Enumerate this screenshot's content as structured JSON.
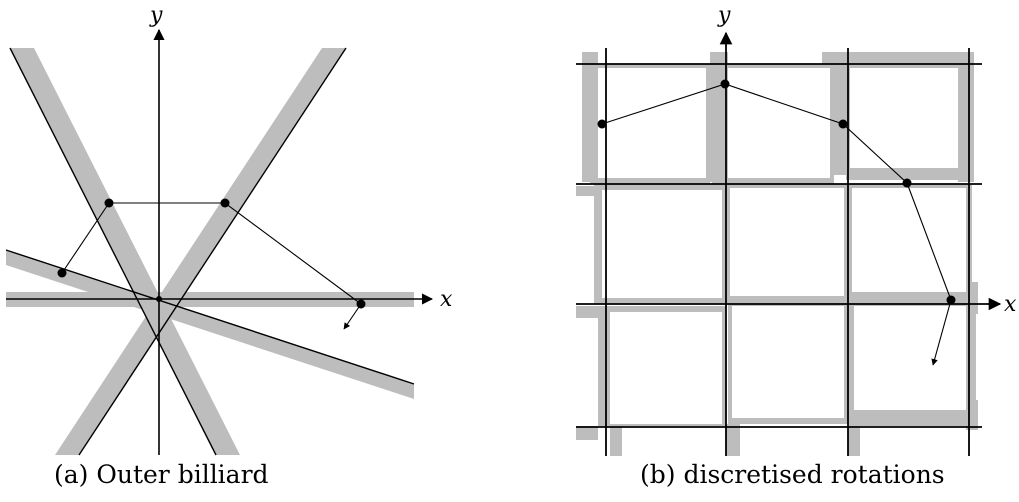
{
  "panel_a": {
    "caption": "(a) Outer billiard",
    "x_label": "x",
    "y_label": "y"
  },
  "panel_b": {
    "caption": "(b) discretised rotations",
    "x_label": "x",
    "y_label": "y"
  },
  "colors": {
    "band": "#bdbdbd",
    "line": "#000000",
    "background": "#ffffff"
  }
}
